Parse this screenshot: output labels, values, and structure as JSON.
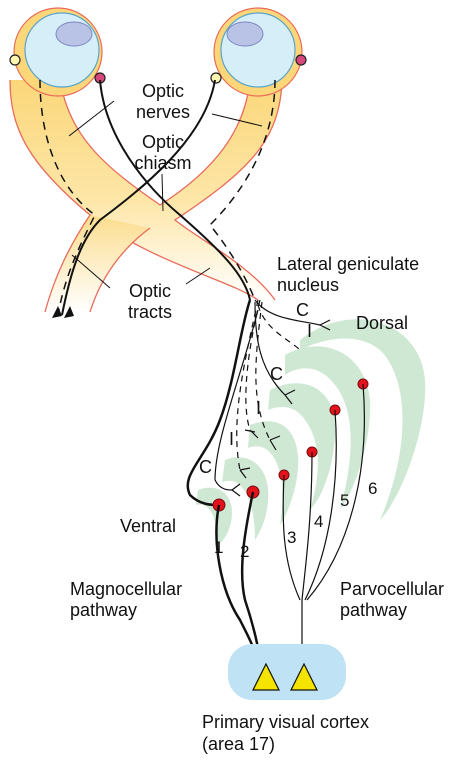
{
  "labels": {
    "optic_nerves_line1": "Optic",
    "optic_nerves_line2": "nerves",
    "optic_chiasm_line1": "Optic",
    "optic_chiasm_line2": "chiasm",
    "optic_tracts_line1": "Optic",
    "optic_tracts_line2": "tracts",
    "lgn_line1": "Lateral geniculate",
    "lgn_line2": "nucleus",
    "dorsal": "Dorsal",
    "ventral": "Ventral",
    "magno_line1": "Magnocellular",
    "magno_line2": "pathway",
    "parvo_line1": "Parvocellular",
    "parvo_line2": "pathway",
    "cortex_line1": "Primary visual cortex",
    "cortex_line2": "(area 17)"
  },
  "layer_numbers": [
    "1",
    "2",
    "3",
    "4",
    "5",
    "6"
  ],
  "eye_letters": [
    "C",
    "I",
    "C",
    "I",
    "I",
    "C"
  ],
  "colors": {
    "tract_fill": "#fbd77a",
    "tract_edge": "#ea6b5a",
    "eye_fill": "#d6eef8",
    "lens": "#b9c3e6",
    "layer_fill": "#cfe8d4",
    "cell_red": "#e3121b",
    "cortex_fill": "#bfe3f5",
    "neuron_yellow": "#f5e400"
  }
}
